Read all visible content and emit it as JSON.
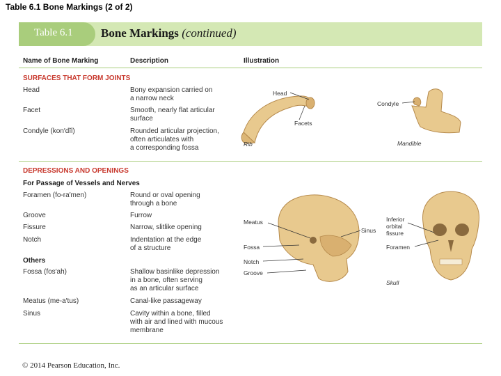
{
  "slide_title": "Table 6.1  Bone Markings (2 of 2)",
  "table": {
    "tag": "Table 6.1",
    "heading_main": "Bone Markings",
    "heading_sub": "(continued)",
    "columns": [
      "Name of Bone Marking",
      "Description",
      "Illustration"
    ]
  },
  "sections": {
    "joints": {
      "title": "SURFACES THAT FORM JOINTS",
      "rows": [
        {
          "term": "Head",
          "desc": "Bony expansion carried on\na narrow neck"
        },
        {
          "term": "Facet",
          "desc": "Smooth, nearly flat articular\nsurface"
        },
        {
          "term": "Condyle (kon′dĭl)",
          "desc": "Rounded articular projection,\noften articulates with\na corresponding fossa"
        }
      ]
    },
    "openings": {
      "title": "DEPRESSIONS AND OPENINGS",
      "vessels_title": "For Passage of Vessels and Nerves",
      "vessels_rows": [
        {
          "term": "Foramen (fo-ra′men)",
          "desc": "Round or oval opening\nthrough a bone"
        },
        {
          "term": "Groove",
          "desc": "Furrow"
        },
        {
          "term": "Fissure",
          "desc": "Narrow, slitlike opening"
        },
        {
          "term": "Notch",
          "desc": "Indentation at the edge\nof a structure"
        }
      ],
      "others_title": "Others",
      "others_rows": [
        {
          "term": "Fossa (fos′ah)",
          "desc": "Shallow basinlike depression\nin a bone, often serving\nas an articular surface"
        },
        {
          "term": "Meatus (me-a′tus)",
          "desc": "Canal-like passageway"
        },
        {
          "term": "Sinus",
          "desc": "Cavity within a bone, filled\nwith air and lined with mucous\nmembrane"
        }
      ]
    }
  },
  "illustration_labels": {
    "head": "Head",
    "facets": "Facets",
    "rib": "Rib",
    "condyle": "Condyle",
    "mandible": "Mandible",
    "meatus": "Meatus",
    "sinus": "Sinus",
    "fossa": "Fossa",
    "notch": "Notch",
    "groove": "Groove",
    "inferior_orbital_fissure": "Inferior\norbital\nfissure",
    "foramen": "Foramen",
    "skull": "Skull"
  },
  "colors": {
    "header_band": "#d4e8b4",
    "tag_fill": "#a9cd7c",
    "section_red": "#c8392e",
    "bone": "#e8c98e"
  },
  "footer": "© 2014 Pearson Education, Inc."
}
